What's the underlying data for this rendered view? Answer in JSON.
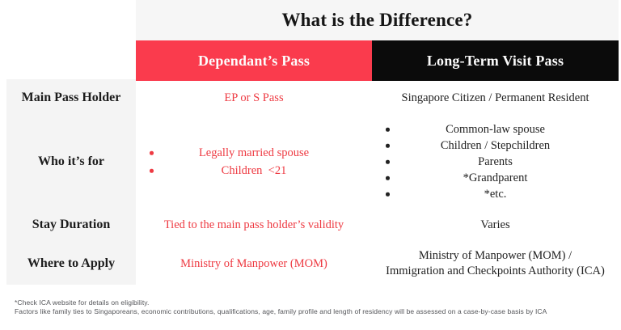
{
  "title": "What is the Difference?",
  "columns": [
    {
      "label": "Dependant’s Pass",
      "color": "#fa3b4d",
      "text_color": "#ee3a42"
    },
    {
      "label": "Long-Term Visit Pass",
      "color": "#0b0b0b",
      "text_color": "#222222"
    }
  ],
  "rows": [
    {
      "label": "Main Pass Holder",
      "dp": "EP or S Pass",
      "ltvp": "Singapore Citizen / Permanent Resident"
    },
    {
      "label": "Who it’s for",
      "dp_bullets": [
        "Legally married spouse",
        "Children  <21"
      ],
      "ltvp_bullets": [
        "Common-law spouse",
        "Children / Stepchildren",
        "Parents",
        "*Grandparent",
        "*etc."
      ]
    },
    {
      "label": "Stay Duration",
      "dp": "Tied to the main pass holder’s validity",
      "ltvp": "Varies"
    },
    {
      "label": "Where to Apply",
      "dp": "Ministry of Manpower (MOM)",
      "ltvp_lines": [
        "Ministry of Manpower (MOM) /",
        "Immigration and Checkpoints Authority (ICA)"
      ]
    }
  ],
  "footnotes": [
    "*Check ICA website for details on eligibility.",
    "Factors like family ties to Singaporeans, economic contributions, qualifications, age, family profile and length of residency will be assessed on a case-by-case basis by ICA"
  ]
}
